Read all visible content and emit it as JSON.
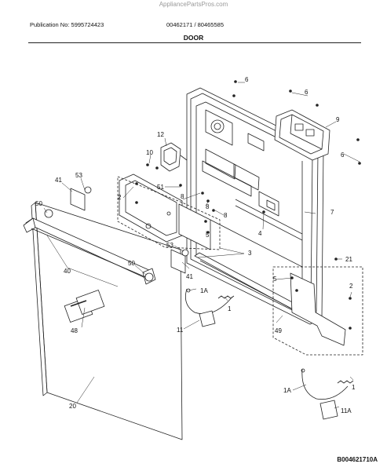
{
  "header": {
    "site": "AppliancePartsPros.com",
    "publication": "Publication No: 5995724423",
    "models": "00462171 / 80465585",
    "title": "DOOR"
  },
  "footer": {
    "diagram_code": "B004621710A"
  },
  "callouts": {
    "c6a": "6",
    "c6b": "6",
    "c6c": "6",
    "c9": "9",
    "c12": "12",
    "c10": "10",
    "c53a": "53",
    "c41a": "41",
    "c2a": "2",
    "c51": "51",
    "c8a": "8",
    "c8b": "8",
    "c8c": "8",
    "c50a": "50",
    "c5a": "5",
    "c4": "4",
    "c7": "7",
    "c3": "3",
    "c53b": "53",
    "c41b": "41",
    "c40": "40",
    "c50b": "50",
    "c21": "21",
    "c1Aa": "1A",
    "c1a": "1",
    "c5b": "5",
    "c2b": "2",
    "c11": "11",
    "c49": "49",
    "c48": "48",
    "c20": "20",
    "c1Ab": "1A",
    "c1b": "1",
    "c11A": "11A"
  }
}
